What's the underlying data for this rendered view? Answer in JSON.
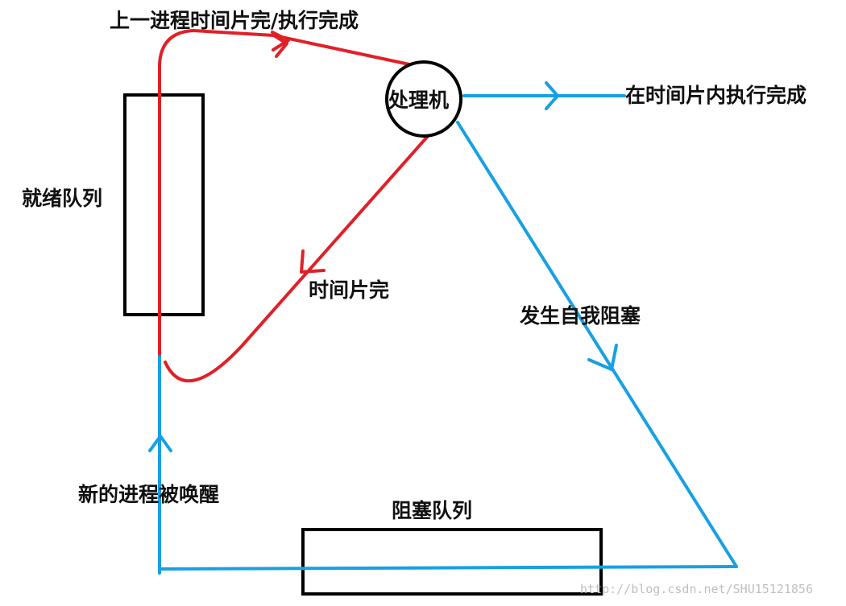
{
  "diagram": {
    "labels": {
      "top_flow": "上一进程时间片完/执行完成",
      "processor": "处理机",
      "exit": "在时间片内执行完成",
      "ready_queue": "就绪队列",
      "time_slice_done": "时间片完",
      "self_block": "发生自我阻塞",
      "wake_up": "新的进程被唤醒",
      "blocked_queue": "阻塞队列"
    },
    "watermark": "http://blog.csdn.net/SHU15121856",
    "colors": {
      "red": "#e02027",
      "blue": "#17a0e3",
      "black": "#000000"
    }
  }
}
